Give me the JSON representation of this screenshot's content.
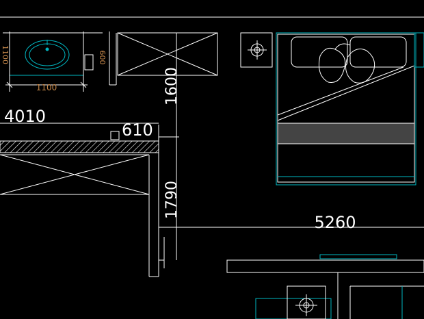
{
  "drawing": {
    "background": "#000000",
    "line_color": "#ffffff",
    "accent_color": "#00b7c2",
    "small_dim_color": "#c8894a",
    "dimensions": {
      "top_left_width": "1100",
      "top_left_depth": "600",
      "top_left_edge": "1100",
      "left_span": "4010",
      "counter_depth": "610",
      "wardrobe_length": "1600",
      "corridor_length": "1790",
      "room_width": "5260"
    }
  }
}
